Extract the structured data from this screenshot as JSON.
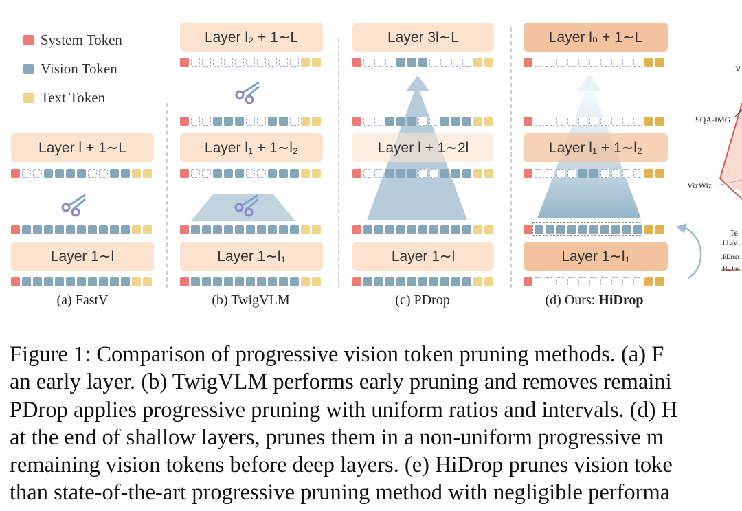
{
  "legend": {
    "items": [
      {
        "label": "System Token",
        "color": "#ee7a76"
      },
      {
        "label": "Vision Token",
        "color": "#86a6b9"
      },
      {
        "label": "Text Token",
        "color": "#efd58a"
      }
    ]
  },
  "panels": {
    "a": {
      "caption": "(a) FastV",
      "layer_top": "Layer l + 1∼L",
      "layer_bottom": "Layer 1∼l"
    },
    "b": {
      "caption": "(b) TwigVLM",
      "layer_top": "Layer l₂ + 1∼L",
      "layer_mid": "Layer l₁ + 1∼l₂",
      "layer_bottom": "Layer 1∼l₁"
    },
    "c": {
      "caption": "(c) PDrop",
      "layer_top": "Layer 3l∼L",
      "layer_mid": "Layer l + 1∼2l",
      "layer_bottom": "Layer 1∼l"
    },
    "d": {
      "caption_prefix": "(d) Ours: ",
      "caption_bold": "HiDrop",
      "layer_top": "Layer lₙ + 1∼L",
      "layer_mid": "Layer l₁ + 1∼l₂",
      "layer_bottom": "Layer 1∼l₁"
    }
  },
  "radar": {
    "labels": [
      "V",
      "SQA-IMG",
      "VizWiz",
      "Te",
      "LLaV",
      "PDrop",
      "HiDro"
    ]
  },
  "figure_caption": {
    "lines": [
      "Figure 1: Comparison of progressive vision token pruning methods. (a) F",
      "an early layer. (b) TwigVLM performs early pruning and removes remaini",
      "PDrop applies progressive pruning with uniform ratios and intervals. (d) H",
      "at the end of shallow layers, prunes them in a non-uniform progressive m",
      "remaining vision tokens before deep layers. (e) HiDrop prunes vision toke",
      "than state-of-the-art progressive pruning method with negligible performa"
    ]
  },
  "colors": {
    "system": "#ee7a76",
    "vision": "#86a6b9",
    "text": "#efd58a",
    "layer_light": "#fbe3cf",
    "layer_dark": "#f3c39f",
    "pyramid": "#aac3d4"
  }
}
